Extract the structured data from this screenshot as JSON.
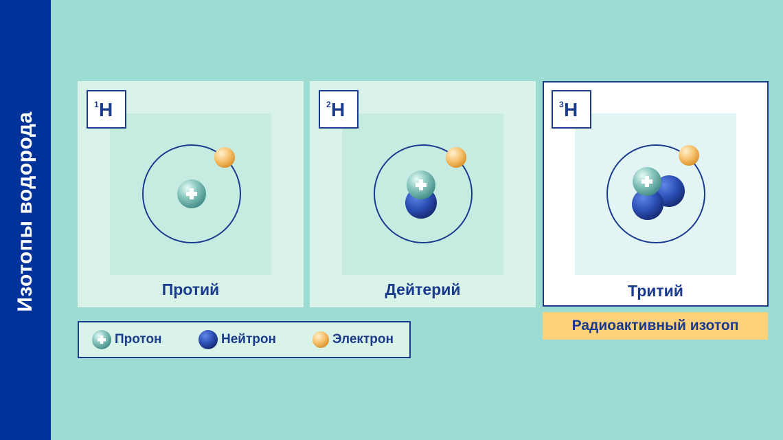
{
  "title": "Изотопы водорода",
  "isotopes": [
    {
      "mass": "1",
      "element": "H",
      "name": "Протий"
    },
    {
      "mass": "2",
      "element": "H",
      "name": "Дейтерий"
    },
    {
      "mass": "3",
      "element": "H",
      "name": "Тритий"
    }
  ],
  "badge": "Радиоактивный изотоп",
  "legend": {
    "proton": "Протон",
    "neutron": "Нейтрон",
    "electron": "Электрон"
  },
  "colors": {
    "background": "#9cdcd2",
    "sidebar": "#003399",
    "text": "#1a3a8c",
    "proton": "#6fb8ae",
    "neutron": "#2d4fb8",
    "electron": "#f2b45a",
    "badge": "#fdd17a"
  }
}
